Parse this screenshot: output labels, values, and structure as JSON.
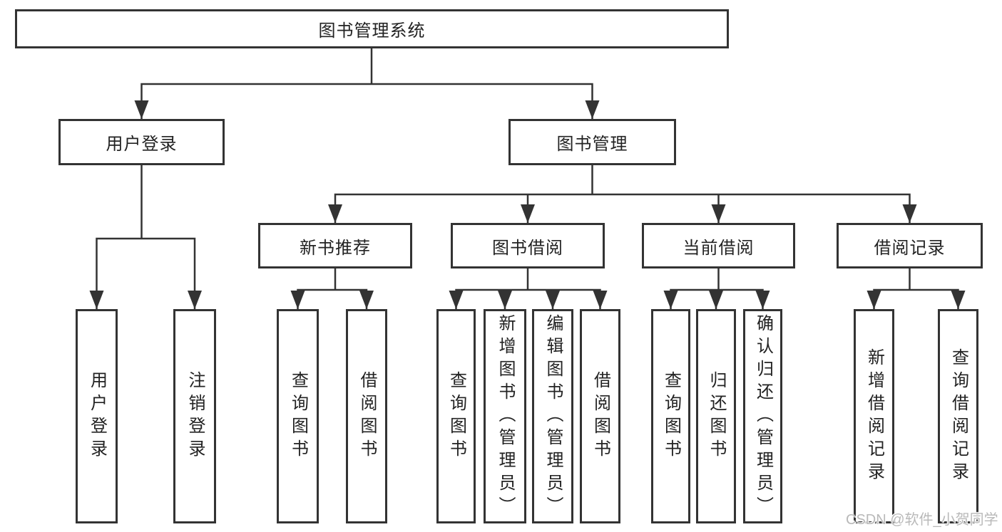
{
  "diagram": {
    "root": {
      "label": "图书管理系统"
    },
    "branches": [
      {
        "label": "用户登录",
        "children": [
          {
            "label": "用户登录"
          },
          {
            "label": "注销登录"
          }
        ]
      },
      {
        "label": "图书管理",
        "children": [
          {
            "label": "新书推荐",
            "children": [
              {
                "label": "查询图书"
              },
              {
                "label": "借阅图书"
              }
            ]
          },
          {
            "label": "图书借阅",
            "children": [
              {
                "label": "查询图书"
              },
              {
                "label": "新增图书（管理员）"
              },
              {
                "label": "编辑图书（管理员）"
              },
              {
                "label": "借阅图书"
              }
            ]
          },
          {
            "label": "当前借阅",
            "children": [
              {
                "label": "查询图书"
              },
              {
                "label": "归还图书"
              },
              {
                "label": "确认归还（管理员）"
              }
            ]
          },
          {
            "label": "借阅记录",
            "children": [
              {
                "label": "新增借阅记录"
              },
              {
                "label": "查询借阅记录"
              }
            ]
          }
        ]
      }
    ]
  },
  "watermark": {
    "text": "CSDN @软件_小贺同学"
  },
  "colors": {
    "line": "#333333",
    "border": "#333333",
    "text": "#222222",
    "background": "#ffffff",
    "watermark": "#b9b9b9"
  }
}
